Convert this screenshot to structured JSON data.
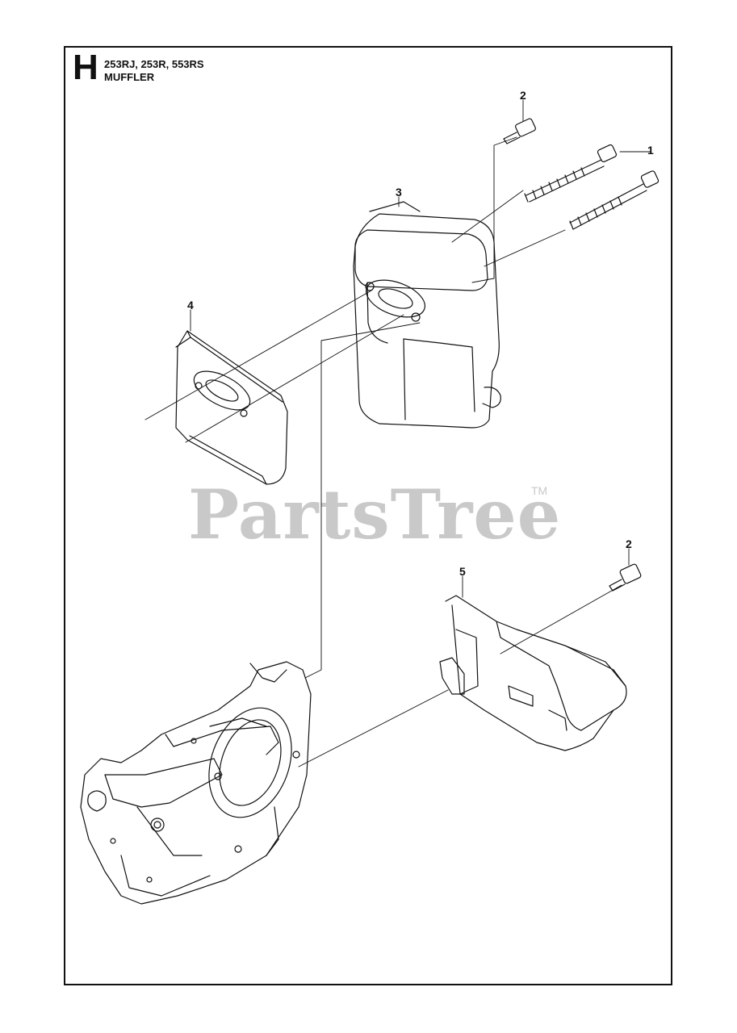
{
  "header": {
    "section_letter": "H",
    "models": "253RJ, 253R, 553RS",
    "title": "MUFFLER"
  },
  "watermark": {
    "text": "PartsTree",
    "trademark": "TM"
  },
  "callouts": [
    {
      "id": "bolt-long",
      "label": "1"
    },
    {
      "id": "screw-top",
      "label": "2"
    },
    {
      "id": "muffler",
      "label": "3"
    },
    {
      "id": "gasket",
      "label": "4"
    },
    {
      "id": "heat-shield",
      "label": "5"
    },
    {
      "id": "screw-shield",
      "label": "2"
    }
  ]
}
